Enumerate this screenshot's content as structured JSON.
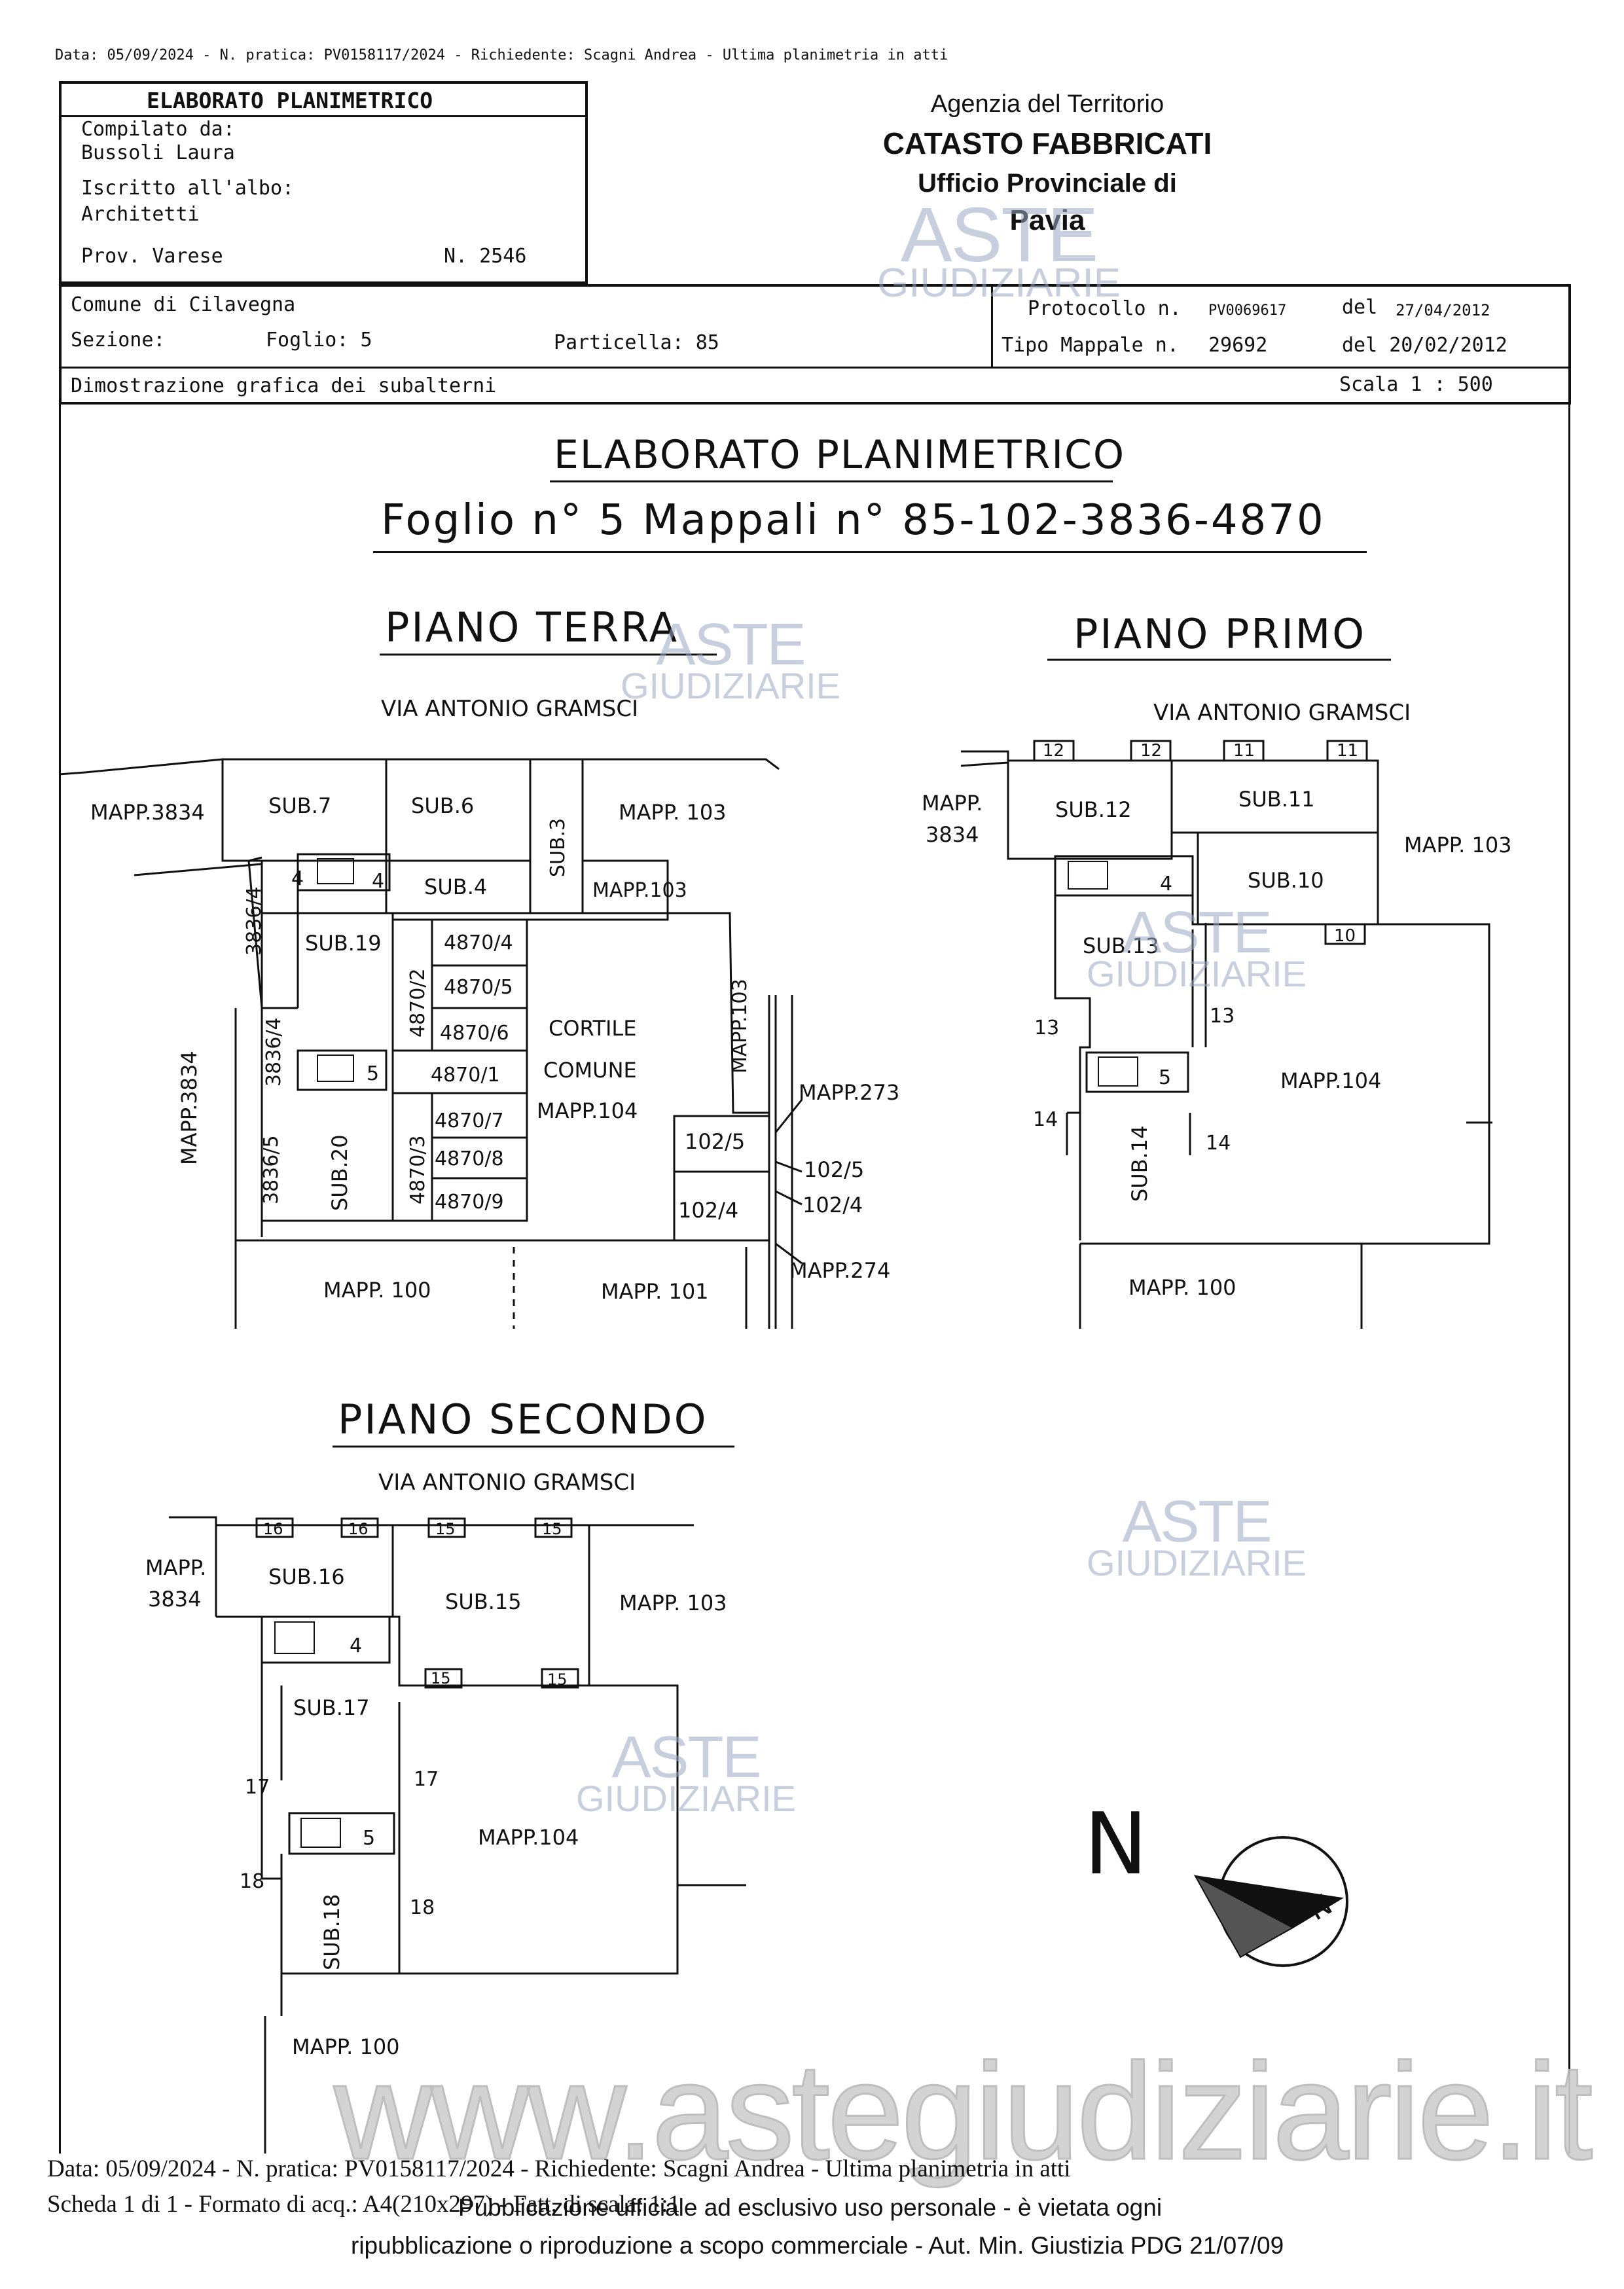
{
  "top_line": "Data: 05/09/2024 - N. pratica: PV0158117/2024 - Richiedente: Scagni Andrea - Ultima planimetria in atti",
  "header": {
    "box_title": "ELABORATO PLANIMETRICO",
    "compiled_by_label": "Compilato da:",
    "compiled_by_name": "Bussoli Laura",
    "registered_label": "Iscritto all'albo:",
    "registered_value": "Architetti",
    "province_label": "Prov. Varese",
    "number": "N. 2546",
    "agency_line1": "Agenzia del Territorio",
    "agency_line2": "CATASTO FABBRICATI",
    "agency_line3": "Ufficio Provinciale di",
    "agency_line4": "Pavia",
    "comune": "Comune di Cilavegna",
    "sezione_label": "Sezione:",
    "foglio": "Foglio: 5",
    "particella": "Particella: 85",
    "protocollo_label": "Protocollo n.",
    "protocollo_value": "PV0069617",
    "protocollo_del": "del",
    "protocollo_date": "27/04/2012",
    "tipo_mappale_label": "Tipo Mappale n.",
    "tipo_mappale_value": "29692",
    "tipo_mappale_date": "del 20/02/2012",
    "dimostrazione": "Dimostrazione grafica dei subalterni",
    "scala": "Scala 1 : 500"
  },
  "drawing": {
    "title": "ELABORATO PLANIMETRICO",
    "subtitle": "Foglio n° 5 Mappali n° 85-102-3836-4870",
    "street": "VIA ANTONIO GRAMSCI",
    "floors": {
      "terra": {
        "title": "PIANO TERRA",
        "labels": {
          "mapp3834_top": "MAPP.3834",
          "sub7": "SUB.7",
          "sub6": "SUB.6",
          "sub3": "SUB.3",
          "mapp103": "MAPP. 103",
          "stair4a": "4",
          "stair4b": "4",
          "sub4": "SUB.4",
          "mapp103b": "MAPP.103",
          "m3836_4a": "3836/4",
          "sub19": "SUB.19",
          "m4870_2": "4870/2",
          "m4870_4": "4870/4",
          "m4870_5": "4870/5",
          "m4870_6": "4870/6",
          "cortile": "CORTILE",
          "comune": "COMUNE",
          "mapp103v": "MAPP.103",
          "m3836_4b": "3836/4",
          "mapp3834_v": "MAPP.3834",
          "stair5": "5",
          "m4870_1": "4870/1",
          "mapp104": "MAPP.104",
          "mapp273": "MAPP.273",
          "m4870_7": "4870/7",
          "m4870_3": "4870/3",
          "m4870_8": "4870/8",
          "m4870_9": "4870/9",
          "m3836_5": "3836/5",
          "sub20": "SUB.20",
          "m102_5a": "102/5",
          "m102_5b": "102/5",
          "m102_4a": "102/4",
          "m102_4b": "102/4",
          "mapp274": "MAPP.274",
          "mapp100": "MAPP. 100",
          "mapp101": "MAPP. 101"
        }
      },
      "primo": {
        "title": "PIANO PRIMO",
        "labels": {
          "t12a": "12",
          "t12b": "12",
          "t11a": "11",
          "t11b": "11",
          "mapp3834a": "MAPP.",
          "mapp3834b": "3834",
          "sub12": "SUB.12",
          "sub11": "SUB.11",
          "mapp103": "MAPP. 103",
          "stair4": "4",
          "sub10": "SUB.10",
          "t10": "10",
          "sub13": "SUB.13",
          "t13a": "13",
          "t13b": "13",
          "stair5": "5",
          "mapp104": "MAPP.104",
          "t14a": "14",
          "t14b": "14",
          "sub14": "SUB.14",
          "mapp100": "MAPP. 100"
        }
      },
      "secondo": {
        "title": "PIANO SECONDO",
        "labels": {
          "t16a": "16",
          "t16b": "16",
          "t15a": "15",
          "t15b": "15",
          "mapp3834a": "MAPP.",
          "mapp3834b": "3834",
          "sub16": "SUB.16",
          "sub15": "SUB.15",
          "mapp103": "MAPP. 103",
          "stair4": "4",
          "t15c": "15",
          "t15d": "15",
          "sub17": "SUB.17",
          "t17a": "17",
          "t17b": "17",
          "stair5": "5",
          "mapp104": "MAPP.104",
          "t18a": "18",
          "t18b": "18",
          "sub18": "SUB.18",
          "mapp100": "MAPP. 100"
        }
      }
    },
    "north_letter": "N",
    "compass_letter": "N"
  },
  "watermark": {
    "brand_top": "ASTE",
    "brand_bottom": "GIUDIZIARIE",
    "url": "www.astegiudiziarie.it"
  },
  "footer": {
    "line1": "Data: 05/09/2024 - N. pratica: PV0158117/2024 - Richiedente: Scagni Andrea - Ultima planimetria in atti",
    "line2": "Scheda 1 di 1 - Formato di acq.: A4(210x297) - Fatt. di scala: 1:1",
    "line3": "Pubblicazione ufficiale ad esclusivo uso personale - è vietata ogni",
    "line4": "ripubblicazione o riproduzione a scopo commerciale - Aut. Min. Giustizia PDG 21/07/09"
  },
  "colors": {
    "ink": "#111111",
    "watermark": "#9aa8c4"
  }
}
